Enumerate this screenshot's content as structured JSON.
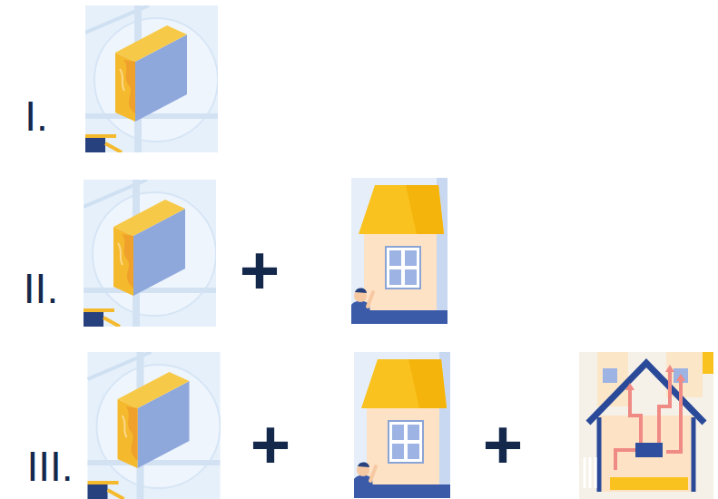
{
  "diagram": {
    "labels": [
      "I.",
      "II.",
      "+",
      "III.",
      "+",
      "+"
    ]
  }
}
